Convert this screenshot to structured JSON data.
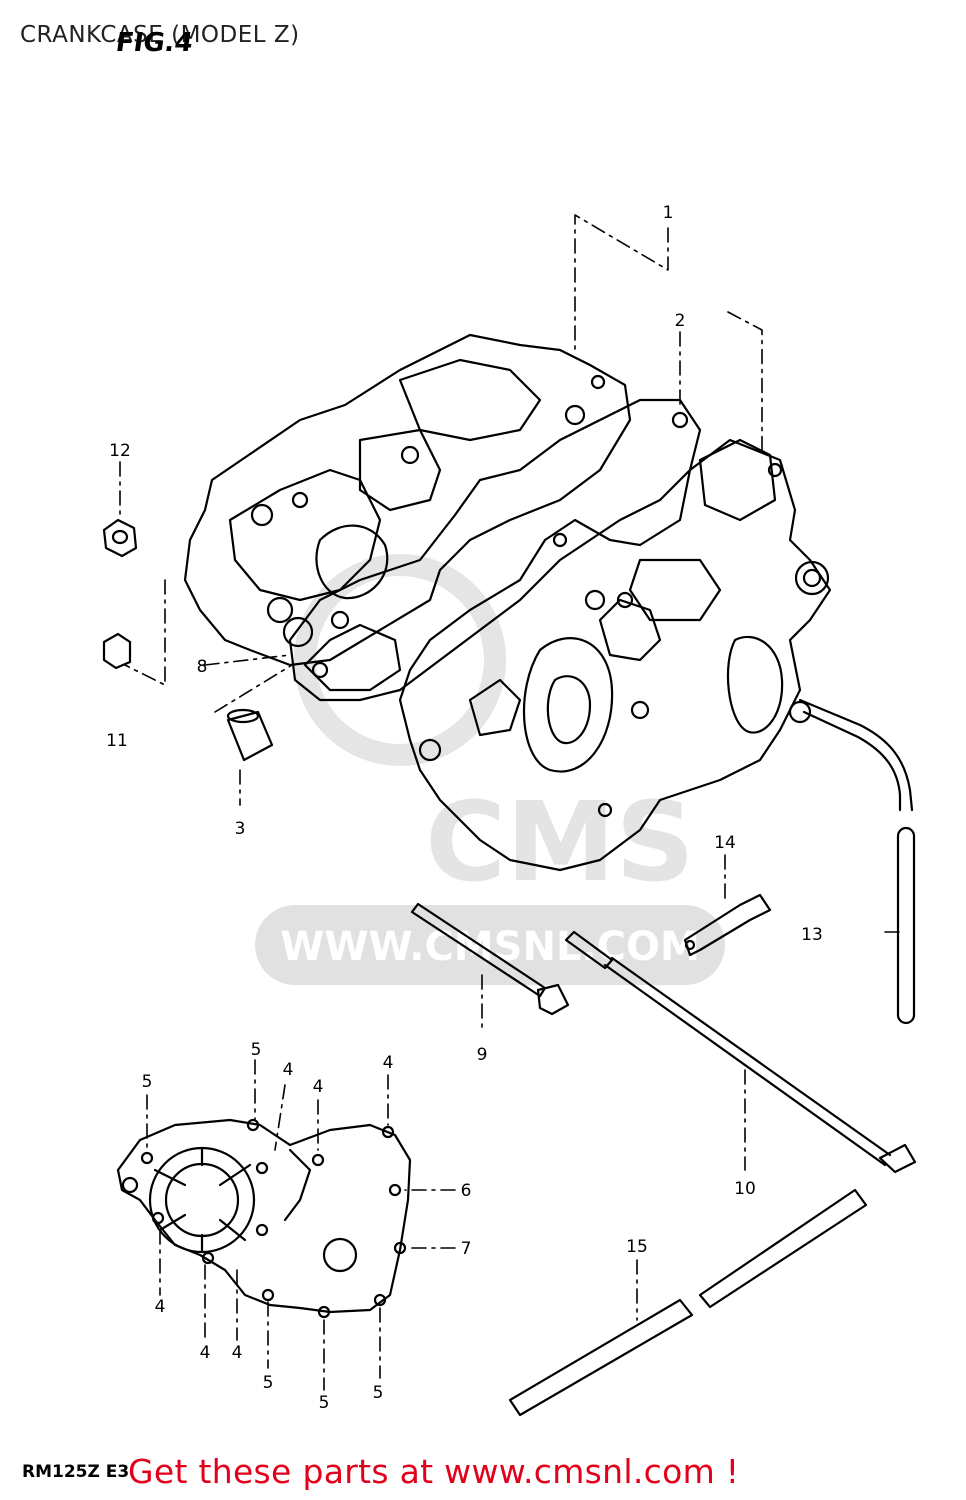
{
  "header": {
    "title": "CRANKCASE (MODEL Z)",
    "fig_label": "FIG.4"
  },
  "watermark": {
    "text": "CMS",
    "url_text": "WWW.CMSNL.COM"
  },
  "footer": {
    "model_code": "RM125Z E3",
    "cta": "Get these parts at www.cmsnl.com !"
  },
  "callouts": [
    {
      "id": "c1",
      "text": "1"
    },
    {
      "id": "c2",
      "text": "2"
    },
    {
      "id": "c3",
      "text": "3"
    },
    {
      "id": "c4a",
      "text": "4"
    },
    {
      "id": "c4b",
      "text": "4"
    },
    {
      "id": "c4c",
      "text": "4"
    },
    {
      "id": "c4d",
      "text": "4"
    },
    {
      "id": "c4e",
      "text": "4"
    },
    {
      "id": "c4f",
      "text": "4"
    },
    {
      "id": "c5a",
      "text": "5"
    },
    {
      "id": "c5b",
      "text": "5"
    },
    {
      "id": "c5c",
      "text": "5"
    },
    {
      "id": "c5d",
      "text": "5"
    },
    {
      "id": "c5e",
      "text": "5"
    },
    {
      "id": "c6",
      "text": "6"
    },
    {
      "id": "c7",
      "text": "7"
    },
    {
      "id": "c8",
      "text": "8"
    },
    {
      "id": "c9",
      "text": "9"
    },
    {
      "id": "c10",
      "text": "10"
    },
    {
      "id": "c11",
      "text": "11"
    },
    {
      "id": "c12",
      "text": "12"
    },
    {
      "id": "c13",
      "text": "13"
    },
    {
      "id": "c14",
      "text": "14"
    },
    {
      "id": "c15",
      "text": "15"
    }
  ],
  "colors": {
    "cta": "#e2001a",
    "line": "#000000",
    "watermark": "#d9d9d9"
  }
}
